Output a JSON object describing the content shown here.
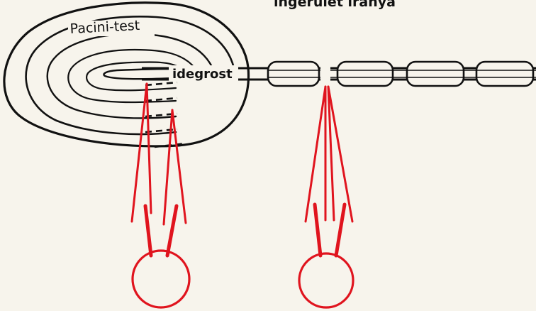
{
  "labels": {
    "top_caption": "ingerület iránya",
    "corpuscle": "Pacini-test",
    "fiber": "idegrost"
  },
  "colors": {
    "ink": "#111111",
    "electrode": "#e0141e",
    "paper": "#f7f4ec"
  }
}
